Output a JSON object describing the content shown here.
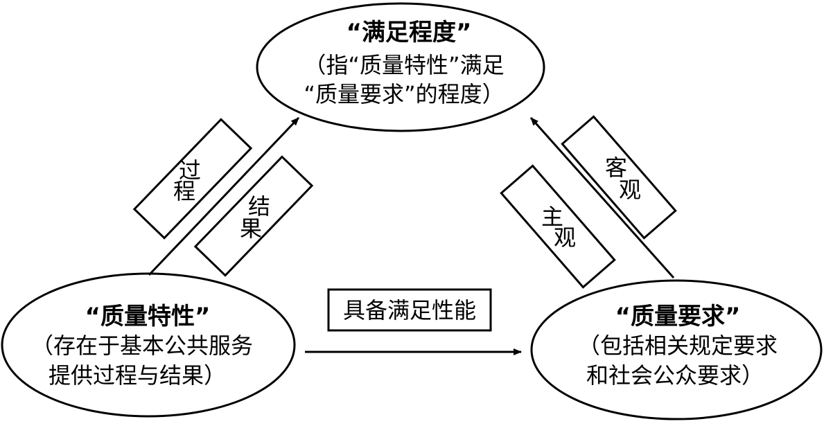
{
  "nodes": {
    "satisfaction": {
      "title": "“满足程度”",
      "line1": "（指“质量特性”满足",
      "line2": "“质量要求”的程度）"
    },
    "characteristics": {
      "title": "“质量特性”",
      "line1": "（存在于基本公共服务",
      "line2": "提供过程与结果）"
    },
    "requirements": {
      "title": "“质量要求”",
      "line1": "（包括相关规定要求",
      "line2": "和社会公众要求）"
    }
  },
  "edges": {
    "bottom_label": "具备满足性能",
    "left_outer": {
      "char1": "过",
      "char2": "程"
    },
    "left_inner": {
      "char1": "结",
      "char2": "果"
    },
    "right_inner": {
      "char1": "主",
      "char2": "观"
    },
    "right_outer": {
      "char1": "客",
      "char2": "观"
    }
  }
}
